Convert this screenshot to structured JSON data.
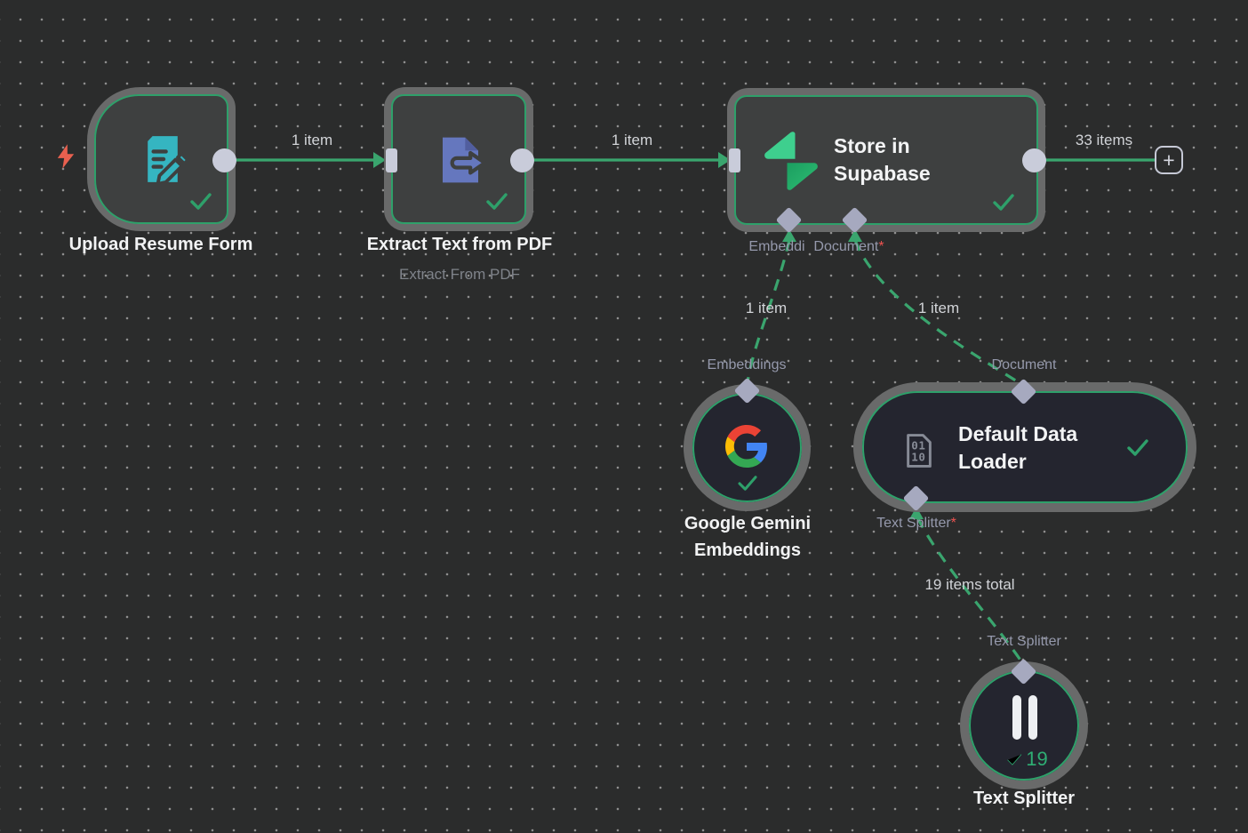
{
  "colors": {
    "canvas_bg": "#2b2c2c",
    "accent_green": "#2ea06a",
    "connection_green": "#3aa56e",
    "node_border_gray": "#696a6a",
    "regular_node_fill": "#3e4040",
    "ai_node_fill": "#24252f",
    "connector_gray": "#c9ccda",
    "diamond_gray": "#a6a9bf",
    "required_red": "#ef5350",
    "trigger_bolt_red": "#e9604f",
    "form_icon_teal": "#35b5c1",
    "pdf_icon_slate": "#6577be",
    "supabase_green": "#3ecf8e",
    "google_red": "#EA4335",
    "google_blue": "#4285F4",
    "google_yellow": "#FBBC05",
    "google_green": "#34A853"
  },
  "nodes": {
    "upload_resume_form": {
      "label": "Upload Resume Form",
      "icon": "form-pencil-icon",
      "status": "success"
    },
    "extract_text_from_pdf": {
      "label": "Extract Text from PDF",
      "subtitle": "Extract From PDF",
      "icon": "document-extract-icon",
      "status": "success"
    },
    "store_in_supabase": {
      "title": "Store in Supabase",
      "icon": "supabase-icon",
      "status": "success",
      "input_ports": {
        "embedding_label": "Embeddi",
        "document_label": "Document",
        "document_required_mark": "*"
      }
    },
    "google_gemini_embeddings": {
      "label": "Google Gemini Embeddings",
      "output_port_label": "Embeddings",
      "icon": "google-g-icon",
      "status": "success"
    },
    "default_data_loader": {
      "title": "Default Data Loader",
      "icon": "binary-document-icon",
      "icon_text_row1": "01",
      "icon_text_row2": "10",
      "status": "success",
      "input_port_label": "Document",
      "text_splitter_port_label": "Text Splitter",
      "text_splitter_required_mark": "*"
    },
    "text_splitter": {
      "label": "Text Splitter",
      "output_port_label": "Text Splitter",
      "icon": "pause-bars-icon",
      "status": "success",
      "run_count": "19"
    }
  },
  "connections": {
    "upload_to_extract_label": "1 item",
    "extract_to_supabase_label": "1 item",
    "supabase_output_label": "33 items",
    "gemini_to_supabase_label": "1 item",
    "loader_to_supabase_label": "1 item",
    "splitter_to_loader_label": "19 items total"
  },
  "controls": {
    "add_node_button": "+"
  }
}
